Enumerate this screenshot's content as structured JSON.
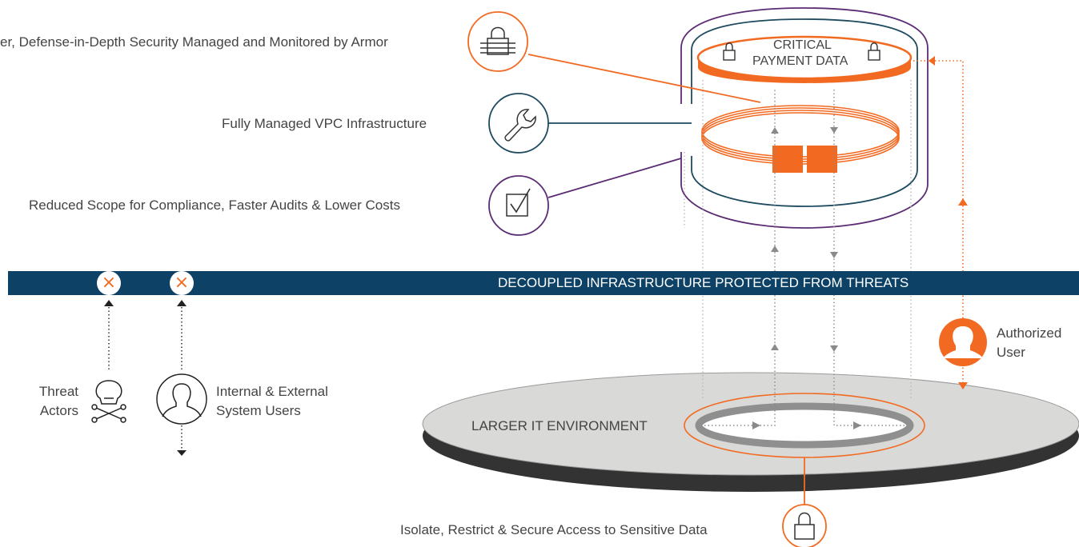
{
  "labels": {
    "defense": "er, Defense-in-Depth Security Managed and Monitored by Armor",
    "vpc": "Fully Managed VPC Infrastructure",
    "compliance": "Reduced Scope for Compliance, Faster Audits & Lower Costs",
    "banner": "DECOUPLED INFRASTRUCTURE PROTECTED FROM THREATS",
    "critical_line1": "CRITICAL",
    "critical_line2": "PAYMENT DATA",
    "threat_line1": "Threat",
    "threat_line2": "Actors",
    "users_line1": "Internal & External",
    "users_line2": "System Users",
    "authorized_line1": "Authorized",
    "authorized_line2": "User",
    "environment": "LARGER IT ENVIRONMENT",
    "isolate": "Isolate, Restrict & Secure Access to Sensitive Data"
  },
  "icons": {
    "defense": "firewall-lock-icon",
    "vpc": "wrench-icon",
    "compliance": "checkbox-icon",
    "threat": "skull-crossbones-icon",
    "users": "user-icon",
    "authorized": "user-icon",
    "isolate": "lock-icon",
    "blocked": "x-mark-icon"
  },
  "colors": {
    "orange": "#f26a21",
    "navy": "#0d4266",
    "purple": "#5b2c73",
    "teal": "#1d4a5e",
    "gray": "#8a8a8a",
    "disk_top": "#d9d9d7",
    "disk_side": "#333333"
  }
}
